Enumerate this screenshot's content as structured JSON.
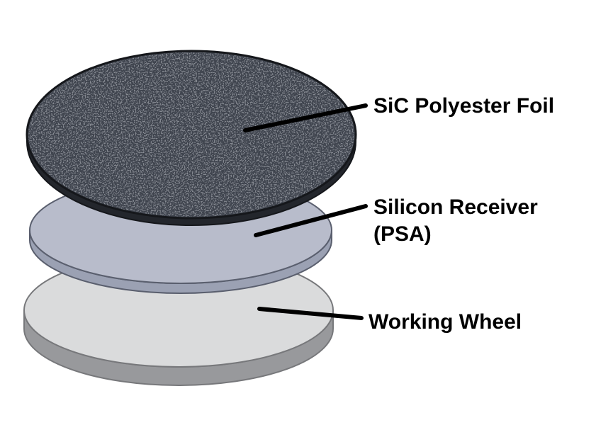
{
  "diagram": {
    "background": "#ffffff",
    "leader_line_color": "#000000",
    "label_text_color": "#000000",
    "labels": [
      {
        "text": "SiC Polyester Foil"
      },
      {
        "text": "Silicon Receiver",
        "text2": "(PSA)"
      },
      {
        "text": "Working Wheel"
      }
    ],
    "layers": [
      {
        "label": "SiC Polyester Foil",
        "face_color": "#3f444e",
        "side_color": "#23262c",
        "edge_color": "#15171b"
      },
      {
        "label": "Silicon Receiver (PSA)",
        "face_color": "#b8bccb",
        "side_color": "#9ba1b3",
        "edge_color": "#5a5f6e"
      },
      {
        "label": "Working Wheel",
        "face_color": "#dadbdc",
        "side_color": "#98999c",
        "edge_color": "#77787b"
      }
    ]
  }
}
